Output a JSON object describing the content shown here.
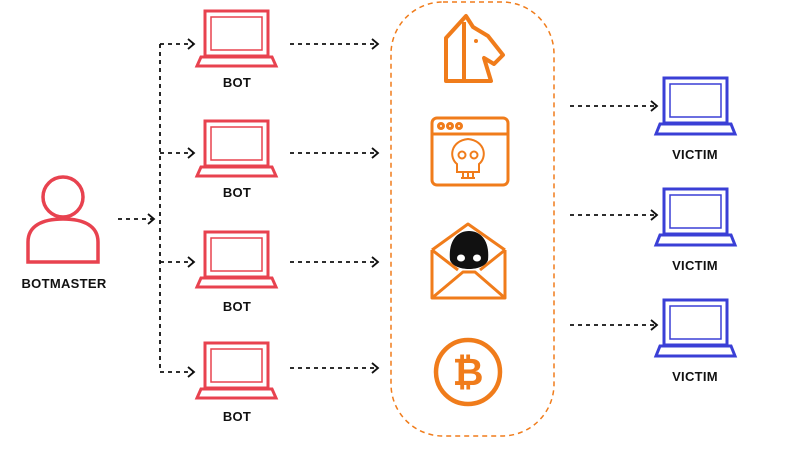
{
  "colors": {
    "botmaster": "#e8424f",
    "bot": "#e8424f",
    "threat": "#f07c1b",
    "victim": "#3a3fd6",
    "arrow": "#111111",
    "label": "#111111"
  },
  "botmaster": {
    "label": "BOTMASTER",
    "icon": "user-icon"
  },
  "bots": [
    {
      "label": "BOT",
      "icon": "laptop-icon"
    },
    {
      "label": "BOT",
      "icon": "laptop-icon"
    },
    {
      "label": "BOT",
      "icon": "laptop-icon"
    },
    {
      "label": "BOT",
      "icon": "laptop-icon"
    }
  ],
  "threats": [
    {
      "icon": "trojan-horse-icon"
    },
    {
      "icon": "malicious-browser-icon"
    },
    {
      "icon": "phishing-email-icon"
    },
    {
      "icon": "bitcoin-icon"
    }
  ],
  "victims": [
    {
      "label": "VICTIM",
      "icon": "laptop-icon"
    },
    {
      "label": "VICTIM",
      "icon": "laptop-icon"
    },
    {
      "label": "VICTIM",
      "icon": "laptop-icon"
    }
  ]
}
